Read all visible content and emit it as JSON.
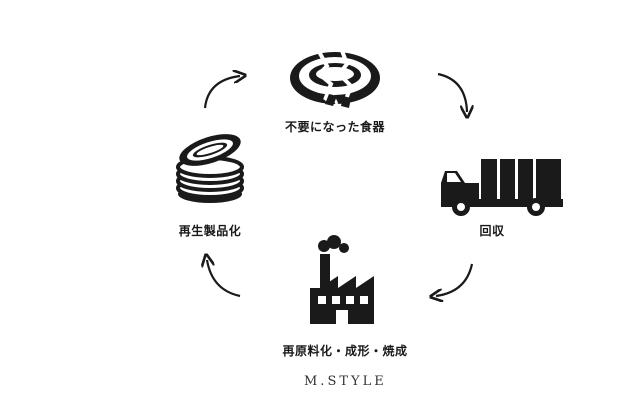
{
  "colors": {
    "ink": "#1a1a1a",
    "background": "#ffffff"
  },
  "cycle": {
    "steps": [
      {
        "label": "不要になった食器",
        "icon": "broken-plate-icon"
      },
      {
        "label": "回収",
        "icon": "truck-icon"
      },
      {
        "label": "再原料化・成形・焼成",
        "icon": "factory-icon"
      },
      {
        "label": "再生製品化",
        "icon": "stacked-plates-icon"
      }
    ],
    "arrow_icon": "curved-arrow-icon"
  },
  "brand": {
    "name": "M.STYLE"
  }
}
